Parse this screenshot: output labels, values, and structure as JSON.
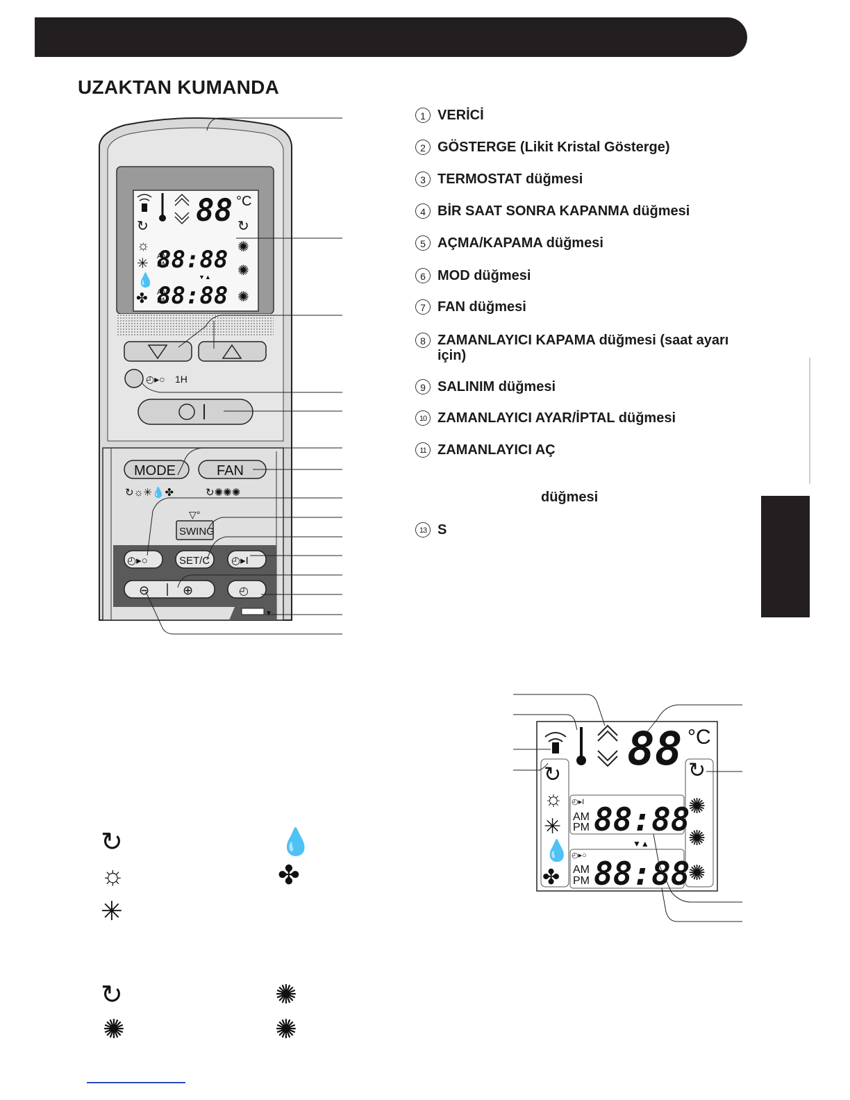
{
  "page_title": "UZAKTAN KUMANDA",
  "items": [
    {
      "num": "1",
      "label": "VERİCİ"
    },
    {
      "num": "2",
      "label": "GÖSTERGE (Likit Kristal Gösterge)"
    },
    {
      "num": "3",
      "label": "TERMOSTAT düğmesi"
    },
    {
      "num": "4",
      "label": "BİR SAAT SONRA KAPANMA düğmesi"
    },
    {
      "num": "5",
      "label": "AÇMA/KAPAMA düğmesi"
    },
    {
      "num": "6",
      "label": "MOD düğmesi"
    },
    {
      "num": "7",
      "label": "FAN düğmesi"
    },
    {
      "num": "8",
      "label": "ZAMANLAYICI KAPAMA düğmesi (saat ayarı için)"
    },
    {
      "num": "9",
      "label": "SALINIM düğmesi"
    },
    {
      "num": "10",
      "label": "ZAMANLAYICI AYAR/İPTAL düğmesi"
    },
    {
      "num": "11",
      "label": "ZAMANLAYICI AÇ"
    },
    {
      "num": "13",
      "label": "S"
    }
  ],
  "item12_fragment": "düğmesi",
  "remote": {
    "lcd_temp": "88",
    "lcd_unit": "°C",
    "lcd_time_1": "88:88",
    "lcd_time_2": "88:88",
    "am": "AM",
    "pm": "PM",
    "timer_1h": "1H",
    "mode_label": "MODE",
    "fan_label": "FAN",
    "swing_label": "SWING",
    "setc_label": "SET/C"
  },
  "icons": {
    "auto": "auto-swirl-icon",
    "heat": "sun-icon",
    "cool": "snowflake-icon",
    "dry": "water-drop-icon",
    "fan": "fan-icon"
  }
}
